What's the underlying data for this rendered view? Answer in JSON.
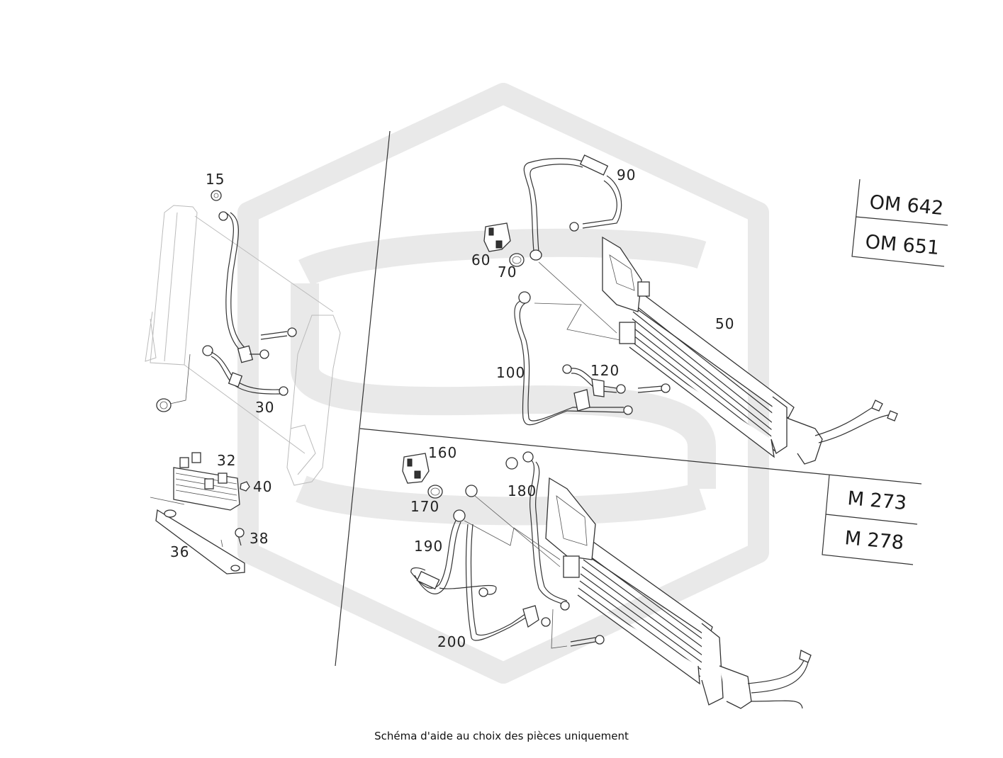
{
  "caption": "Schéma d'aide au choix des pièces uniquement",
  "engine_groups": [
    {
      "code_a": "OM 642",
      "code_b": "OM 651"
    },
    {
      "code_a": "M 273",
      "code_b": "M 278"
    }
  ],
  "part_numbers": {
    "p15": "15",
    "p30": "30",
    "p32": "32",
    "p36": "36",
    "p38": "38",
    "p40": "40",
    "p50": "50",
    "p60": "60",
    "p70": "70",
    "p90": "90",
    "p100": "100",
    "p120": "120",
    "p160": "160",
    "p170": "170",
    "p180": "180",
    "p190": "190",
    "p200": "200"
  },
  "colors": {
    "lines": "#333333",
    "watermark": "#e9e9e9",
    "background": "#ffffff"
  }
}
